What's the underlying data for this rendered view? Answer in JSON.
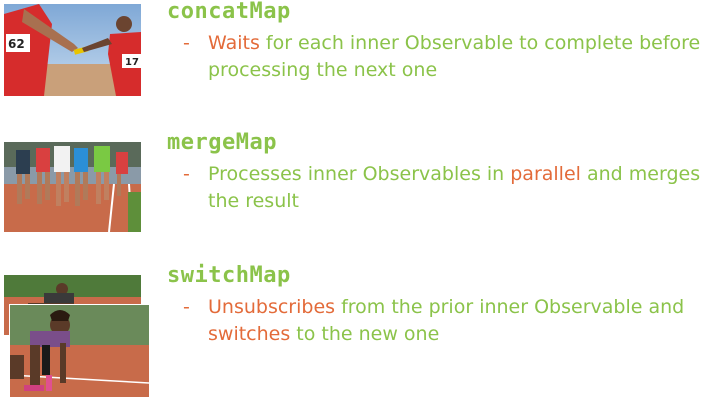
{
  "sections": [
    {
      "name": "concatMap",
      "desc": {
        "pre": "",
        "hl1": "Waits",
        "mid": " for each inner Observable to complete before processing the next one",
        "hl2": "",
        "post": ""
      },
      "image_icon": "relay-baton-pass-photo"
    },
    {
      "name": "mergeMap",
      "desc": {
        "pre": "Processes inner Observables in ",
        "hl1": "parallel",
        "mid": " and merges the result",
        "hl2": "",
        "post": ""
      },
      "image_icon": "running-race-photo"
    },
    {
      "name": "switchMap",
      "desc": {
        "pre": "",
        "hl1": "Unsubscribes",
        "mid": " from the prior inner Observable and ",
        "hl2": "switches",
        "post": " to the new one"
      },
      "image_icon": "sprinter-start-photo"
    }
  ],
  "bullet": "-",
  "colors": {
    "green": "#8bc34a",
    "orange": "#e36b3a",
    "background": "#ffffff"
  }
}
